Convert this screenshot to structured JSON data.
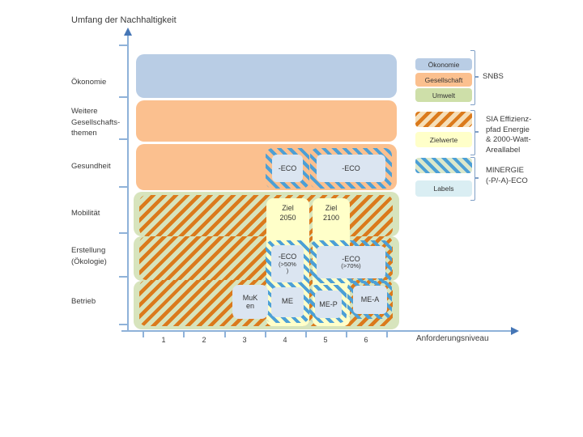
{
  "title": "Umfang der Nachhaltigkeit",
  "y_axis": {
    "rows": [
      {
        "label": "Ökonomie"
      },
      {
        "label": "Weitere\nGesellschafts-\nthemen"
      },
      {
        "label": "Gesundheit"
      },
      {
        "label": "Mobilität"
      },
      {
        "label": "Erstellung\n(Ökologie)"
      },
      {
        "label": "Betrieb"
      }
    ]
  },
  "x_axis": {
    "label": "Anforderungsniveau",
    "ticks": [
      "1",
      "2",
      "3",
      "4",
      "5",
      "6"
    ]
  },
  "matrix": {
    "gesundheit_eco_a": {
      "label": "-ECO"
    },
    "gesundheit_eco_b": {
      "label": "-ECO"
    },
    "ziel_2050": {
      "label": "Ziel\n2050"
    },
    "ziel_2100": {
      "label": "Ziel\n2100"
    },
    "eco_50": {
      "label": "-ECO",
      "sub": "(>50%\n)"
    },
    "eco_70": {
      "label": "-ECO",
      "sub": "(>70%)"
    },
    "muken": {
      "label": "MuK\nen"
    },
    "me": {
      "label": "ME"
    },
    "me_p": {
      "label": "ME-P"
    },
    "me_a": {
      "label": "ME-A"
    }
  },
  "legend": {
    "snbs": {
      "items": [
        {
          "label": "Ökonomie"
        },
        {
          "label": "Gesellschaft"
        },
        {
          "label": "Umwelt"
        }
      ],
      "label": "SNBS"
    },
    "sia": {
      "zielwerte": "Zielwerte",
      "label": "SIA Effizienz-\npfad Energie\n& 2000-Watt-\nAreallabel"
    },
    "minergie": {
      "labels": "Labels",
      "label": "MINERGIE\n(-P/-A)-ECO"
    }
  },
  "colors": {
    "economy_blue": "#B9CDE5",
    "society_orange": "#FBC08F",
    "environment_green": "#D7E4BD",
    "target_yellow": "#FFFFC9",
    "label_box_blue": "#DBE5F1",
    "labels_cyan": "#DAEEF3",
    "hatch_orange": "#DB7A1C",
    "hatch_blue": "#4C9FD6",
    "axis_blue": "#8FB2D9"
  }
}
